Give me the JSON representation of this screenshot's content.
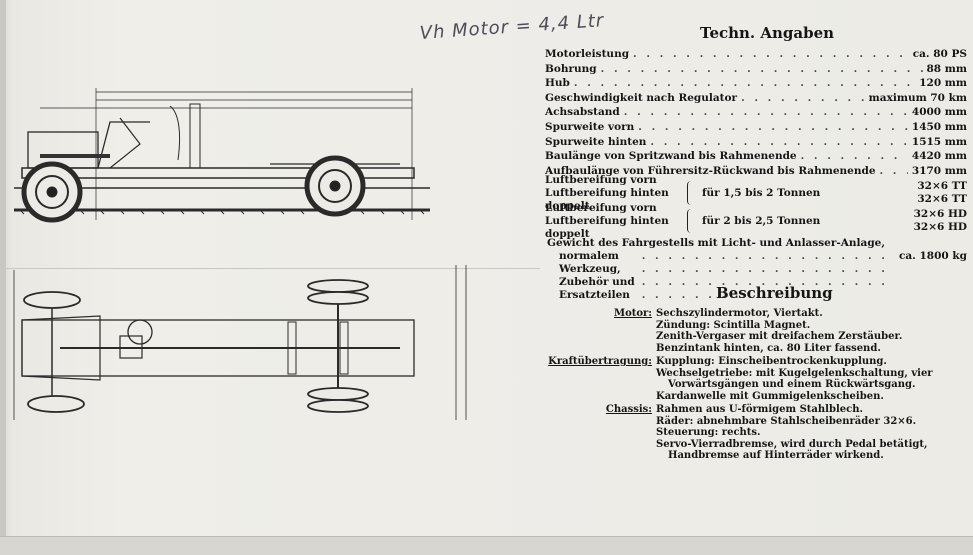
{
  "handwritten_note": "Vh Motor = 4,4 Ltr",
  "tech": {
    "title": "Techn. Angaben",
    "rows": [
      {
        "label": "Motorleistung",
        "value": "ca. 80 PS"
      },
      {
        "label": "Bohrung",
        "value": "88 mm"
      },
      {
        "label": "Hub",
        "value": "120 mm"
      },
      {
        "label": "Geschwindigkeit nach Regulator",
        "value": "maximum 70 km"
      },
      {
        "label": "Achsabstand",
        "value": "4000 mm"
      },
      {
        "label": "Spurweite vorn",
        "value": "1450 mm"
      },
      {
        "label": "Spurweite hinten",
        "value": "1515 mm"
      },
      {
        "label": "Baulänge von Spritzwand bis Rahmenende",
        "value": "4420 mm"
      },
      {
        "label": "Aufbaulänge von Führersitz-Rückwand bis Rahmenende",
        "value": "3170 mm"
      }
    ],
    "tyres": [
      {
        "front": "Luftbereifung vorn",
        "rear": "Luftbereifung hinten doppelt",
        "range": "für 1,5 bis 2 Tonnen",
        "front_value": "32×6 TT",
        "rear_value": "32×6 TT"
      },
      {
        "front": "Luftbereifung vorn",
        "rear": "Luftbereifung hinten doppelt",
        "range": "für 2 bis 2,5 Tonnen",
        "front_value": "32×6 HD",
        "rear_value": "32×6 HD"
      }
    ],
    "weight_line1": "Gewicht des Fahrgestells mit Licht- und Anlasser-Anlage,",
    "weight_line2": "normalem Werkzeug, Zubehör und Ersatzteilen",
    "weight_value": "ca. 1800 kg"
  },
  "beschreibung": {
    "title": "Beschreibung",
    "sections": [
      {
        "head": "Motor:",
        "lines": [
          "Sechszylindermotor, Viertakt.",
          "Zündung: Scintilla Magnet.",
          "Zenith-Vergaser mit dreifachem Zerstäuber.",
          "Benzintank hinten, ca. 80 Liter fassend."
        ]
      },
      {
        "head": "Kraftübertragung:",
        "lines": [
          "Kupplung: Einscheibentrockenkupplung.",
          "Wechselgetriebe: mit Kugelgelenkschaltung, vier",
          "Vorwärtsgängen und einem Rückwärtsgang.",
          "Kardanwelle mit Gummigelenkscheiben."
        ]
      },
      {
        "head": "Chassis:",
        "lines": [
          "Rahmen aus U-förmigem Stahlblech.",
          "Räder: abnehmbare Stahlscheibenräder 32×6.",
          "Steuerung: rechts.",
          "Servo-Vierradbremse, wird durch Pedal betätigt,",
          "Handbremse auf Hinterräder wirkend."
        ]
      }
    ]
  }
}
